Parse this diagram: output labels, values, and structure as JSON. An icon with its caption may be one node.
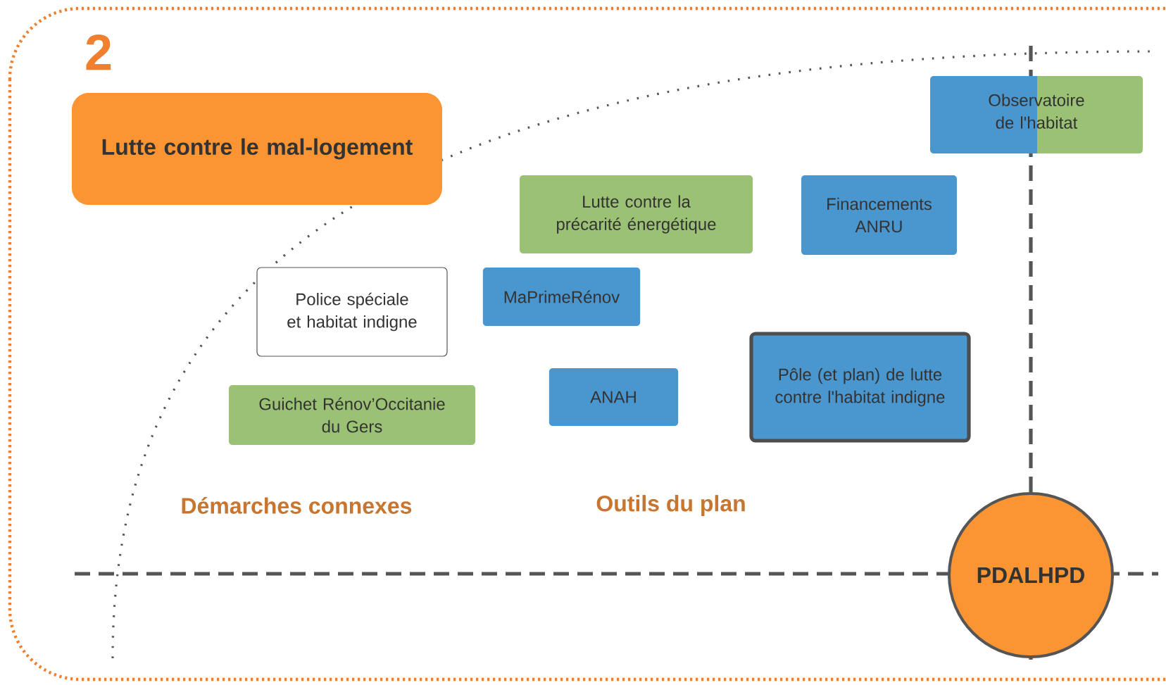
{
  "diagram": {
    "nodes": [
      {
        "text": [
          "Observatoire de l'habitat"
        ]
      },
      {
        "text": [
          "Lutte contre le mal-logement"
        ]
      },
      {
        "text": [
          "Lutte contre la précarité énergétique"
        ]
      },
      {
        "text": [
          "Financements ANRU"
        ]
      },
      {
        "text": [
          "Police spéciale et habitat indigne"
        ]
      },
      {
        "text": [
          "MaPrimeRénov"
        ]
      },
      {
        "text": [
          "Pôle (et plan) de lutte contre l'habitat indigne"
        ]
      },
      {
        "text": [
          "ANAH"
        ]
      },
      {
        "text": [
          "Guichet Rénov’Occitanie du Gers"
        ]
      },
      {
        "text": [
          "PDALHPD"
        ]
      }
    ],
    "labels": [
      "2",
      "Démarches connexes",
      "Outils du plan"
    ]
  }
}
